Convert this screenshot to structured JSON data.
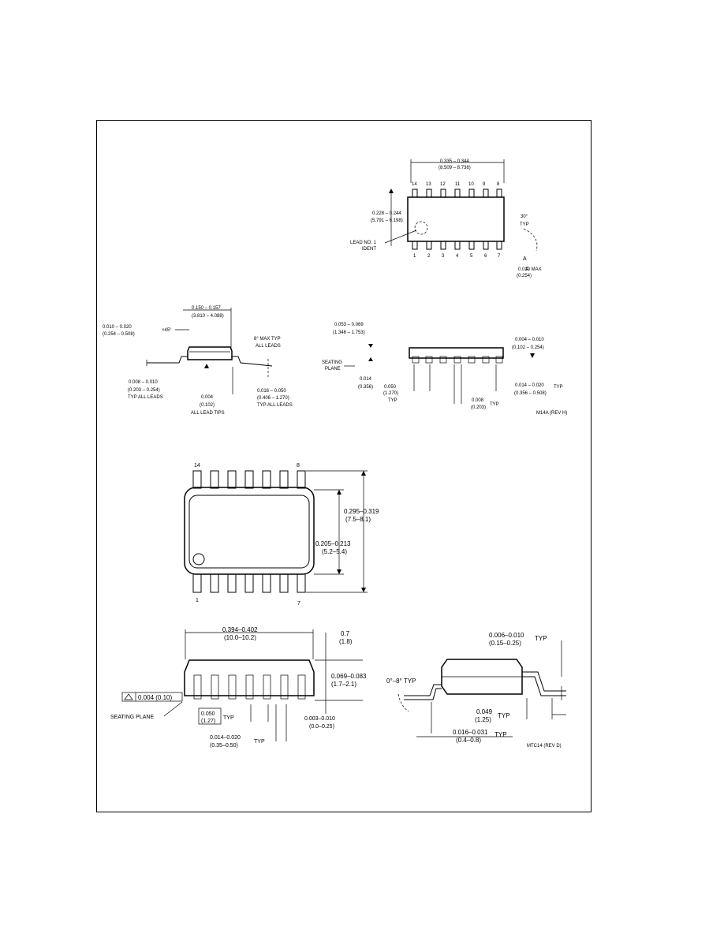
{
  "top_view": {
    "pin_numbers_top": [
      "14",
      "13",
      "12",
      "11",
      "10",
      "9",
      "8"
    ],
    "pin_numbers_bottom": [
      "1",
      "2",
      "3",
      "4",
      "5",
      "6",
      "7"
    ],
    "length_in": "0.335 – 0.344",
    "length_mm": "(8.509 – 8.738)",
    "width_in": "0.228 – 0.244",
    "width_mm": "(5.791 – 6.198)",
    "lead_no1_line1": "LEAD NO. 1",
    "lead_no1_line2": "IDENT",
    "angle": "30°",
    "angle_typ": "TYP",
    "max_in": "0.010 MAX",
    "max_mm": "(0.254)",
    "label_a": "A"
  },
  "side_view": {
    "chamfer_in": "0.010 – 0.020",
    "chamfer_mm": "(0.254 – 0.508)",
    "chamfer_x": "×45°",
    "width_in": "0.150 – 0.157",
    "width_mm": "(3.810 – 4.088)",
    "angle_line1": "8° MAX TYP",
    "angle_line2": "ALL LEADS",
    "lead_thk_in": "0.008 – 0.010",
    "lead_thk_mm": "(0.203 – 0.254)",
    "lead_thk_note": "TYP ALL LEADS",
    "coplan_in": "0.004",
    "coplan_mm": "(0.102)",
    "coplan_note": "ALL LEAD TIPS",
    "foot_in": "0.016 – 0.050",
    "foot_mm": "(0.406 – 1.270)",
    "foot_note": "TYP ALL LEADS"
  },
  "front_view": {
    "height_in": "0.053 – 0.069",
    "height_mm": "(1.346 – 1.753)",
    "seating_line1": "SEATING",
    "seating_line2": "PLANE",
    "standoff_in": "0.014",
    "standoff_mm": "(0.356)",
    "pitch_in": "0.050",
    "pitch_mm": "(1.270)",
    "pitch_typ": "TYP",
    "gap_in": "0.008",
    "gap_mm": "(0.203)",
    "gap_typ": "TYP",
    "clear_in": "0.004 – 0.010",
    "clear_mm": "(0.102 – 0.254)",
    "lead_w_in": "0.014 – 0.020",
    "lead_w_mm": "(0.356 – 0.508)",
    "lead_w_typ": "TYP",
    "drawing_no": "M14A (REV H)"
  },
  "plan_view": {
    "pin_top_left": "14",
    "pin_top_right": "8",
    "pin_bottom_left": "1",
    "pin_bottom_right": "7",
    "overall_in": "0.295–0.319",
    "overall_mm": "(7.5–8.1)",
    "body_in": "0.205–0.213",
    "body_mm": "(5.2–5.4)"
  },
  "bottom_side_view": {
    "length_in": "0.394–0.402",
    "length_mm": "(10.0–10.2)",
    "height_frac_top": "0.7",
    "height_frac_bot": "(1.8)",
    "body_h_in": "0.069–0.083",
    "body_h_mm": "(1.7–2.1)",
    "coplan": "0.004 (0.10)",
    "seating_plane": "SEATING PLANE",
    "pitch_in": "0.050",
    "pitch_mm": "(1.27)",
    "pitch_typ": "TYP",
    "lead_w_in": "0.014–0.020",
    "lead_w_mm": "(0.35–0.50)",
    "lead_w_typ": "TYP",
    "standoff_in": "0.003–0.010",
    "standoff_mm": "(0.0–0.25)"
  },
  "lead_detail": {
    "thk_in": "0.006–0.010",
    "thk_mm": "(0.15–0.25)",
    "thk_typ": "TYP",
    "angle": "0°–8° TYP",
    "foot_in": "0.049",
    "foot_mm": "(1.25)",
    "foot_typ": "TYP",
    "len_in": "0.016–0.031",
    "len_mm": "(0.4–0.8)",
    "len_typ": "TYP",
    "drawing_no": "MTC14 (REV D)"
  }
}
